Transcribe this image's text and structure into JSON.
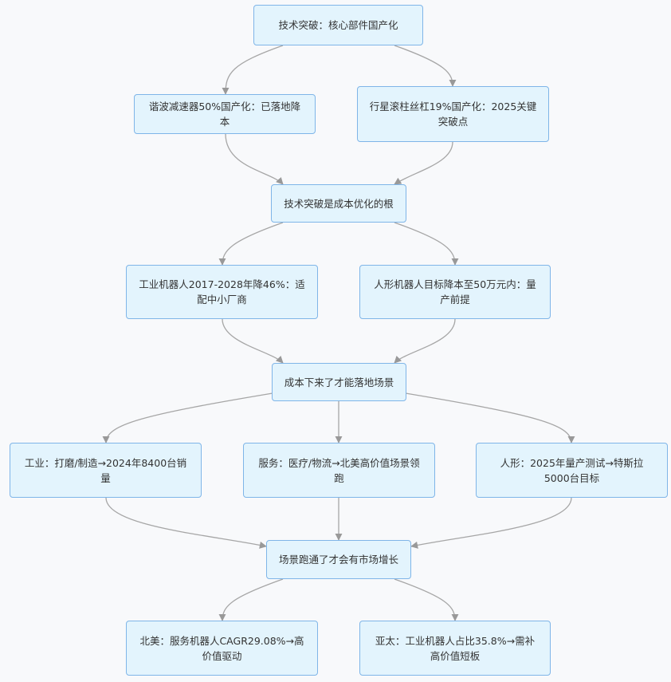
{
  "nodes": {
    "tech": "技术突破：核心部件国产化",
    "harmonic": "谐波减速器50%国产化：已落地降本",
    "planetary": "行星滚柱丝杠19%国产化：2025关键突破点",
    "tech_root": "技术突破是成本优化的根",
    "industrial_cost": "工业机器人2017-2028年降46%：适配中小厂商",
    "humanoid_cost": "人形机器人目标降本至50万元内：量产前提",
    "cost_scene": "成本下来了才能落地场景",
    "industrial_scene": "工业：打磨/制造→2024年8400台销量",
    "service_scene": "服务：医疗/物流→北美高价值场景领跑",
    "humanoid_scene": "人形：2025年量产测试→特斯拉5000台目标",
    "scene_growth": "场景跑通了才会有市场增长",
    "na": "北美：服务机器人CAGR29.08%→高价值驱动",
    "apac": "亚太：工业机器人占比35.8%→需补高价值短板"
  },
  "colors": {
    "node_fill": "#e3f4fd",
    "node_border": "#7fb5e8",
    "edge": "#a6a6a6",
    "background": "#f8f9fb"
  }
}
